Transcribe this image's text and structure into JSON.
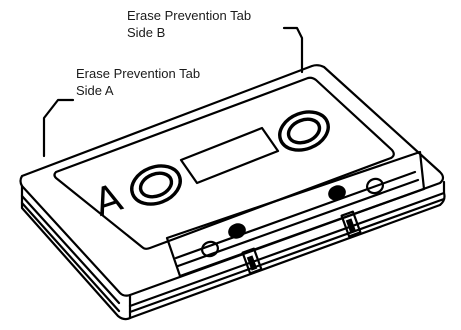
{
  "labels": {
    "tab_b": {
      "line1": "Erase Prevention Tab",
      "line2": "Side B"
    },
    "tab_a": {
      "line1": "Erase Prevention Tab",
      "line2": "Side A"
    }
  },
  "cassette": {
    "side_letter": "A"
  },
  "colors": {
    "ink": "#000000",
    "text": "#1b1b1b",
    "background": "#ffffff"
  }
}
